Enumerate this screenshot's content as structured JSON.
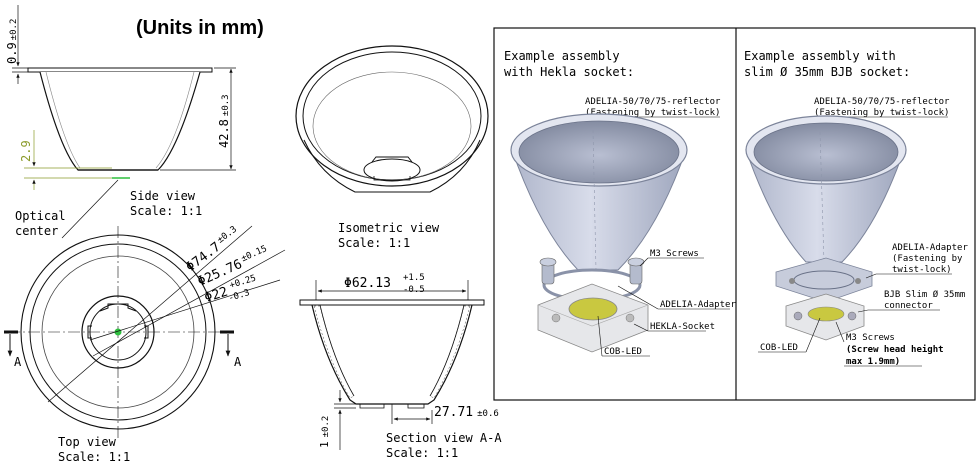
{
  "units": "(Units in mm)",
  "side_view": {
    "title": "Side view",
    "scale": "Scale:  1:1",
    "dim_top": "0.9",
    "dim_top_tol": "±0.2",
    "dim_height": "42.8",
    "dim_height_tol": "±0.3",
    "dim_optical": "2.9"
  },
  "optical_center": {
    "line1": "Optical",
    "line2": "center"
  },
  "top_view": {
    "title": "Top view",
    "scale": "Scale:  1:1",
    "section_left": "A",
    "section_right": "A",
    "dim1": "Φ74.7",
    "dim1_tol": "±0.3",
    "dim2": "Φ25.76",
    "dim2_tol": "±0.15",
    "dim3": "Φ22",
    "dim3_tol_plus": "+0.25",
    "dim3_tol_minus": "-0.3"
  },
  "isometric_view": {
    "title": "Isometric view",
    "scale": "Scale:  1:1"
  },
  "section_view": {
    "title": "Section view A-A",
    "scale": "Scale:  1:1",
    "dim_top": "Φ62.13",
    "dim_top_tol_plus": "+1.5",
    "dim_top_tol_minus": "-0.5",
    "dim_bottom": "27.71",
    "dim_bottom_tol": "±0.6",
    "dim_side": "1",
    "dim_side_tol": "±0.2"
  },
  "assembly_hekla": {
    "title_line1": "Example assembly",
    "title_line2": "with Hekla socket:",
    "reflector_line1": "ADELIA-50/70/75-reflector",
    "reflector_line2": "(Fastening by twist-lock)",
    "screws": "M3 Screws",
    "adapter": "ADELIA-Adapter",
    "socket": "HEKLA-Socket",
    "led": "COB-LED"
  },
  "assembly_bjb": {
    "title_line1": "Example assembly with",
    "title_line2": "slim Ø 35mm BJB socket:",
    "reflector_line1": "ADELIA-50/70/75-reflector",
    "reflector_line2": "(Fastening by twist-lock)",
    "adapter_line1": "ADELIA-Adapter",
    "adapter_line2": "(Fastening by",
    "adapter_line3": "twist-lock)",
    "connector_line1": "BJB Slim Ø 35mm",
    "connector_line2": "connector",
    "led": "COB-LED",
    "screws_line1": "M3 Screws",
    "screws_line2": "(Screw head height",
    "screws_line3": "max 1.9mm)"
  },
  "colors": {
    "line": "#111111",
    "dim_green": "#8a9a2a",
    "optical_green": "#2fbf3f",
    "reflector_fill": "#c9cfdf",
    "reflector_dark": "#9aa2b8",
    "led_yellow": "#c9c840"
  }
}
